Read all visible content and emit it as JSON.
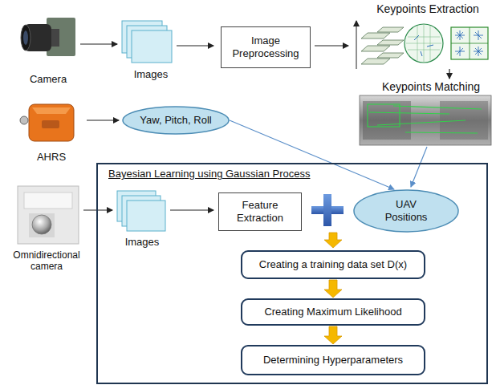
{
  "diagram": {
    "nodes": [
      {
        "text": [
          "Image Preprocessing"
        ]
      },
      {
        "text": [
          "Yaw, Pitch, Roll"
        ]
      },
      {
        "text": [
          "Bayesian Learning using Gaussian Process"
        ]
      },
      {
        "text": [
          "Feature Extraction"
        ],
        "in": 2
      },
      {
        "text": [
          "UAV Positions"
        ],
        "in": 2
      },
      {
        "text": [
          "Creating a training data set D(x)"
        ],
        "in": 2
      },
      {
        "text": [
          "Creating Maximum Likelihood"
        ],
        "in": 2
      },
      {
        "text": [
          "Determining Hyperparameters"
        ],
        "in": 2
      }
    ],
    "edges": [
      {
        "from": 1,
        "to": 4,
        "arrow": "to"
      },
      {
        "from": 5,
        "to": 6,
        "arrow": "to"
      },
      {
        "from": 6,
        "to": 7,
        "arrow": "to"
      }
    ],
    "labels": [
      "Camera",
      "Images",
      "Keypoints Extraction",
      "Keypoints Matching",
      "AHRS",
      "Omnidirectional camera",
      "Images"
    ]
  }
}
